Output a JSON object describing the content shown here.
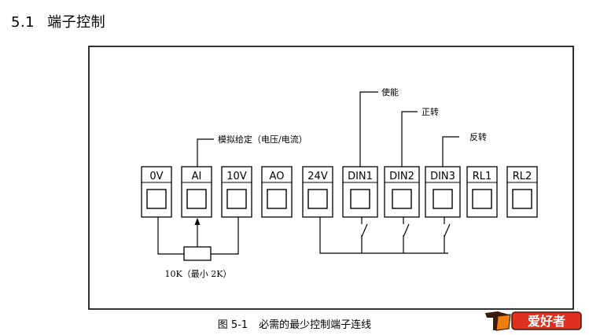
{
  "section": {
    "number": "5.1",
    "title": "端子控制"
  },
  "terminals": [
    "0V",
    "AI",
    "10V",
    "AO",
    "24V",
    "DIN1",
    "DIN2",
    "DIN3",
    "RL1",
    "RL2"
  ],
  "annotations": {
    "analog_setpoint": "模拟给定（电压/电流）",
    "enable": "使能",
    "forward": "正转",
    "reverse": "反转",
    "potentiometer": "10K（最小 2K）"
  },
  "caption": {
    "number": "图 5-1",
    "text": "必需的最少控制端子连线"
  },
  "watermark": {
    "text": "爱好者"
  },
  "colors": {
    "line": "#000000",
    "watermark_dark": "#3a1c0a",
    "watermark_orange": "#f07d10",
    "watermark_red": "#e0301e"
  }
}
